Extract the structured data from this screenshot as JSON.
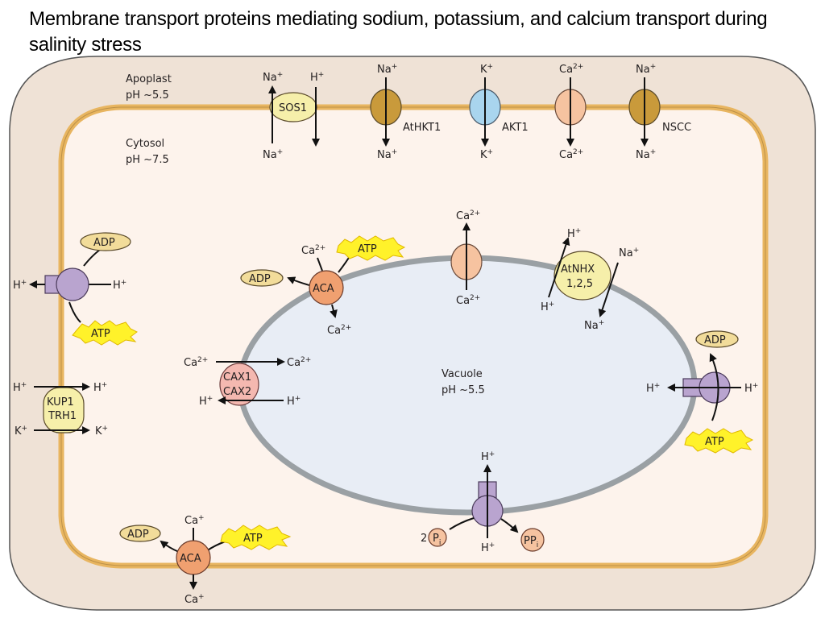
{
  "title": "Membrane transport proteins mediating sodium, potassium, and calcium transport during salinity stress",
  "compartments": {
    "apoplast": {
      "name": "Apoplast",
      "ph": "pH ~5.5"
    },
    "cytosol": {
      "name": "Cytosol",
      "ph": "pH ~7.5"
    },
    "vacuole": {
      "name": "Vacuole",
      "ph": "pH ~5.5"
    }
  },
  "ions": {
    "na": "Na",
    "k": "K",
    "h": "H",
    "ca": "Ca",
    "plus": "+",
    "two_plus": "2+"
  },
  "plasma_membrane_transporters": [
    {
      "id": "sos1",
      "label": "SOS1",
      "top_left": "Na",
      "top_right": "H",
      "bottom": "Na",
      "color": "#f6efaa"
    },
    {
      "id": "athkt1",
      "label": "AtHKT1",
      "top": "Na",
      "bottom": "Na",
      "color": "#c99a3b"
    },
    {
      "id": "akt1",
      "label": "AKT1",
      "top": "K",
      "bottom": "K",
      "color": "#a9d5ee"
    },
    {
      "id": "ca-channel-pm",
      "label": "",
      "top": "Ca",
      "bottom": "Ca",
      "color": "#f6c3a0"
    },
    {
      "id": "nscc",
      "label": "NSCC",
      "top": "Na",
      "bottom": "Na",
      "color": "#c99a3b"
    }
  ],
  "left_side": {
    "h_atpase": {
      "left": "H",
      "right": "H",
      "adp": "ADP",
      "atp": "ATP"
    },
    "kup": {
      "line1": "KUP1",
      "line2": "TRH1",
      "top_left": "H",
      "top_right": "H",
      "bottom_left": "K",
      "bottom_right": "K"
    },
    "aca_pm": {
      "label": "ACA",
      "top": "Ca",
      "bottom": "Ca",
      "adp": "ADP",
      "atp": "ATP"
    }
  },
  "tonoplast": {
    "aca": {
      "label": "ACA",
      "top": "Ca",
      "bottom": "Ca",
      "adp": "ADP",
      "atp": "ATP"
    },
    "cax": {
      "line1": "CAX1",
      "line2": "CAX2",
      "ca_left": "Ca",
      "ca_right": "Ca",
      "h_left": "H",
      "h_right": "H"
    },
    "ca_channel": {
      "top": "Ca",
      "bottom": "Ca"
    },
    "atnhx": {
      "line1": "AtNHX",
      "line2": "1,2,5",
      "h_top": "H",
      "h_bottom": "H",
      "na_top": "Na",
      "na_bottom": "Na"
    },
    "v_atpase": {
      "left": "H",
      "right": "H",
      "adp": "ADP",
      "atp": "ATP"
    },
    "v_ppase": {
      "top": "H",
      "bottom": "H",
      "pi_coef": "2",
      "pi": "P",
      "ppi": "PP",
      "sub_i": "i"
    }
  },
  "colors": {
    "apoplast": "#efe2d6",
    "cytosol": "#fdf3ec",
    "vacuole": "#e8edf5",
    "plasma_membrane": "#e8b560",
    "tonoplast": "#9aa0a4",
    "aca": "#f0a070",
    "atpase": "#b9a4cf",
    "atp": "#fff22a",
    "adp": "#f2dc9a",
    "cax": "#f4b8b0"
  }
}
